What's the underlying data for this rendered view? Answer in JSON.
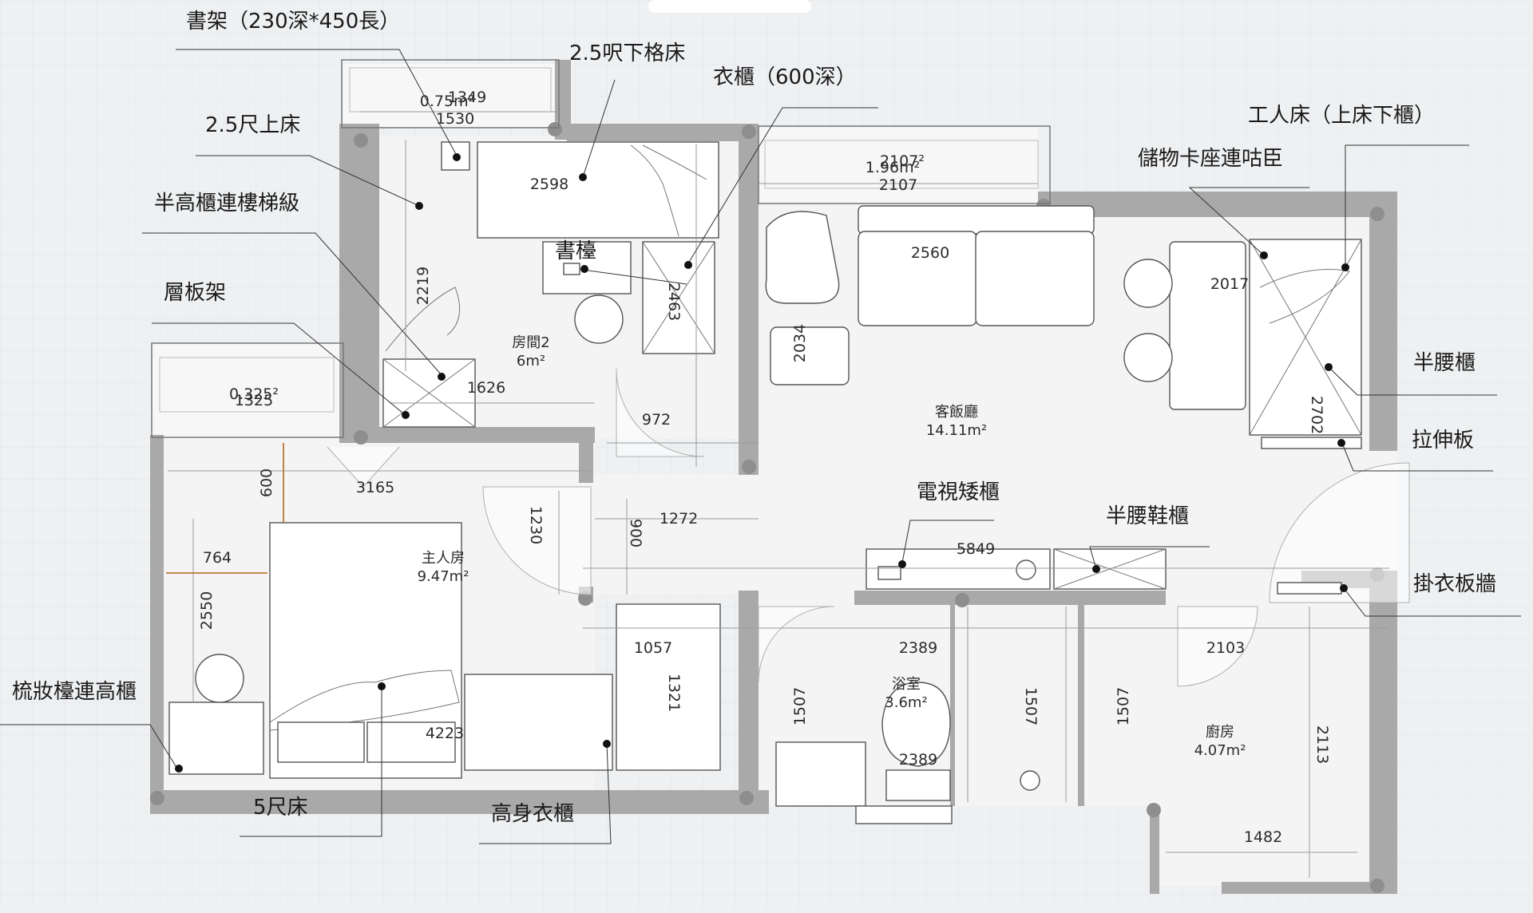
{
  "rooms": {
    "room2": {
      "name": "房間2",
      "area": "6m²"
    },
    "living": {
      "name": "客飯廳",
      "area": "14.11m²"
    },
    "master": {
      "name": "主人房",
      "area": "9.47m²"
    },
    "bath": {
      "name": "浴室",
      "area": "3.6m²"
    },
    "kitchen": {
      "name": "廚房",
      "area": "4.07m²"
    }
  },
  "callouts": {
    "bookshelf": "書架（230深*450長）",
    "lower_bed": "2.5呎下格床",
    "wardrobe600": "衣櫃（600深）",
    "upper_bed": "2.5尺上床",
    "half_cab_stairs": "半高櫃連樓梯級",
    "shelf_rack": "層板架",
    "desk": "書檯",
    "helper_bed": "工人床（上床下櫃）",
    "storage_seat": "儲物卡座連咕臣",
    "half_waist_cab": "半腰櫃",
    "pull_board": "拉伸板",
    "tv_cab": "電視矮櫃",
    "shoe_cab": "半腰鞋櫃",
    "hanging_wall": "掛衣板牆",
    "vanity": "梳妝檯連高櫃",
    "bed5": "5尺床",
    "tall_wardrobe": "高身衣櫃"
  },
  "dims": {
    "d1349": "1349",
    "d075": "0.75m²",
    "d1530": "1530",
    "d2598": "2598",
    "d2219": "2219",
    "d2463": "2463",
    "d1626": "1626",
    "d972": "972",
    "d2107a": "2107²",
    "d1_9": "1.96m²",
    "d2107b": "2107",
    "d2560": "2560",
    "d2034": "2034",
    "d2017": "2017",
    "d2702": "2702",
    "d0325": "0.325²",
    "d1325": "1325",
    "d600": "600",
    "d3165": "3165",
    "d1230": "1230",
    "d900": "900",
    "d1272": "1272",
    "d764": "764",
    "d2550": "2550",
    "d5849": "5849",
    "d1057": "1057",
    "d1321": "1321",
    "d4223": "4223",
    "d2389a": "2389",
    "d2389b": "2389",
    "d2103": "2103",
    "d1507a": "1507",
    "d1507b": "1507",
    "d1507c": "1507",
    "d2113": "2113",
    "d1482": "1482"
  },
  "colors": {
    "wall": "#a9a9a9",
    "floor": "#f4f4f4",
    "accent_dim": "#b5651d"
  }
}
